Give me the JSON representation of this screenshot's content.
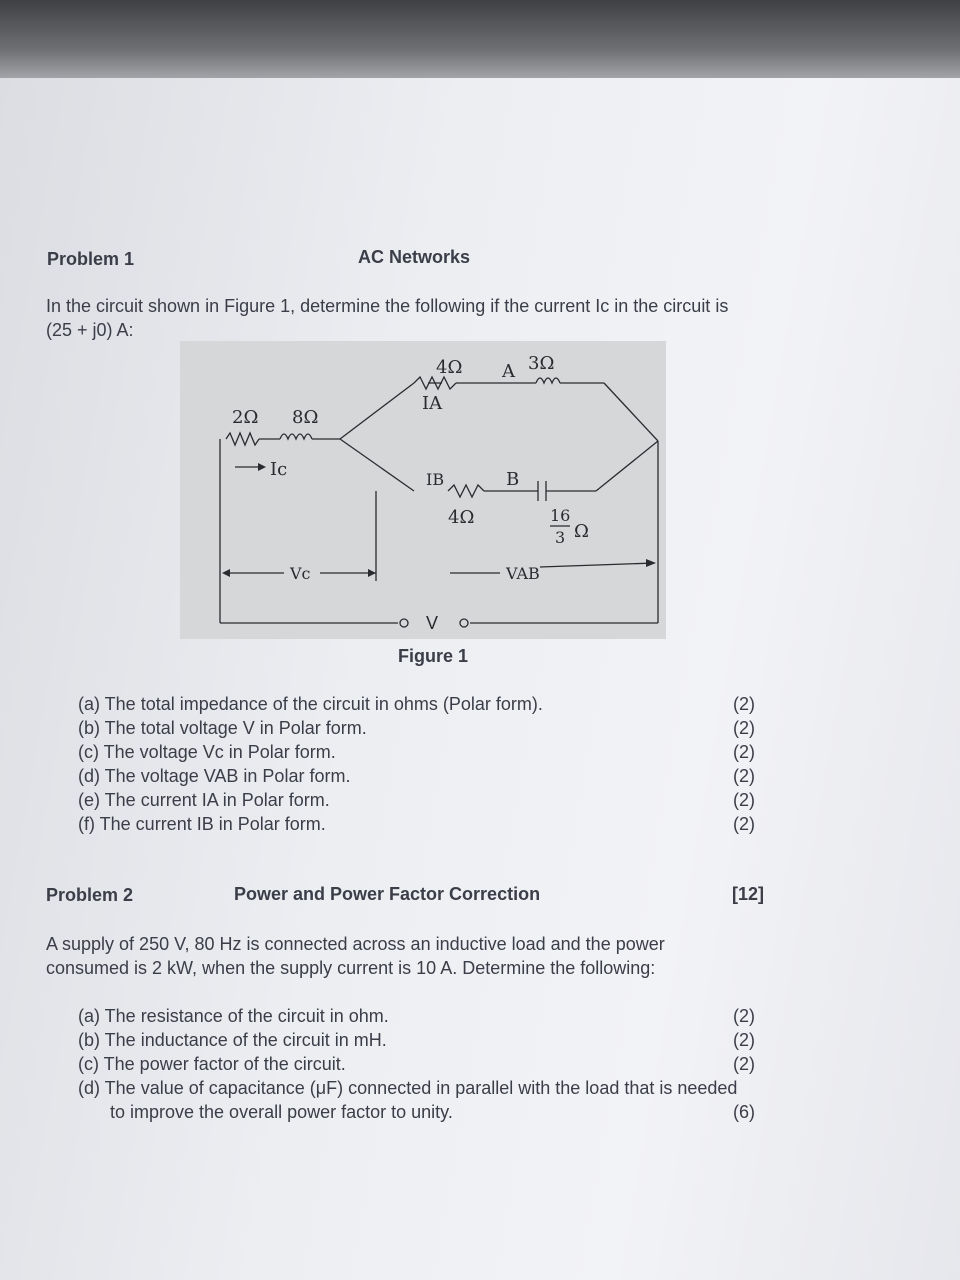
{
  "problem1": {
    "heading": "Problem 1",
    "topic": "AC Networks",
    "intro_line1": "In the circuit shown in Figure 1, determine the following if the current Ic in the circuit is",
    "intro_line2": "(25 + j0) A:",
    "figure_caption": "Figure 1",
    "circuit": {
      "r1": "2Ω",
      "x1": "8Ω",
      "ra": "4Ω",
      "node_a": "A",
      "xa": "3Ω",
      "ia": "IA",
      "ic": "Ic",
      "ib": "IB",
      "node_b": "B",
      "rb": "4Ω",
      "xb_num": "16",
      "xb_den": "3",
      "xb_unit": "Ω",
      "vc": "Vc",
      "vab": "VAB",
      "v": "V"
    },
    "questions": [
      {
        "text": "(a) The total impedance of the circuit in ohms (Polar form).",
        "mark": "(2)"
      },
      {
        "text": "(b) The total voltage V in Polar form.",
        "mark": "(2)"
      },
      {
        "text": "(c) The voltage Vc in Polar form.",
        "mark": "(2)"
      },
      {
        "text": "(d) The voltage VAB in Polar form.",
        "mark": "(2)"
      },
      {
        "text": "(e) The current IA in Polar form.",
        "mark": "(2)"
      },
      {
        "text": "(f)  The current IB in Polar form.",
        "mark": "(2)"
      }
    ]
  },
  "problem2": {
    "heading": "Problem 2",
    "topic": "Power and Power Factor Correction",
    "total_mark": "[12]",
    "intro_line1": "A supply of 250 V, 80 Hz is connected across an inductive load and the power",
    "intro_line2": "consumed is 2 kW, when the supply current is 10 A.  Determine the following:",
    "questions": [
      {
        "text": "(a) The resistance of the circuit in ohm.",
        "mark": "(2)"
      },
      {
        "text": "(b) The inductance of the circuit in mH.",
        "mark": "(2)"
      },
      {
        "text": "(c) The power factor of the circuit.",
        "mark": "(2)"
      },
      {
        "text": "(d) The value of capacitance (μF) connected in parallel with the load that is needed",
        "mark": ""
      },
      {
        "text": "to improve the overall power factor to unity.",
        "mark": "(6)"
      }
    ]
  }
}
